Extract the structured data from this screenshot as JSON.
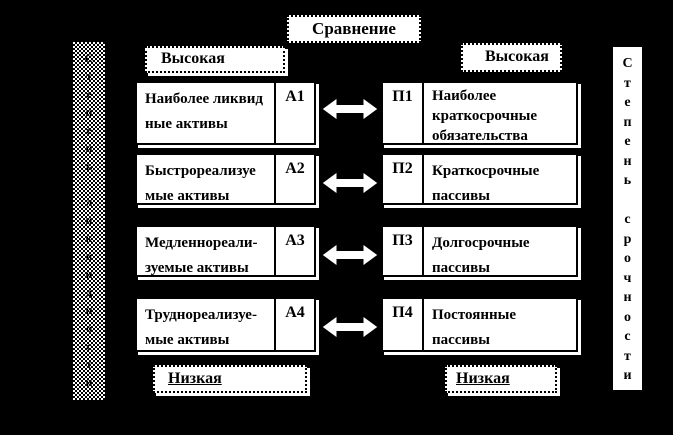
{
  "colors": {
    "background": "#000000",
    "box_fill": "#ffffff",
    "text": "#000000"
  },
  "diagram": {
    "title": "Сравнение",
    "left_axis": "Степень ликвидности",
    "right_axis": "Степень срочности",
    "assets_scale": {
      "top": "Высокая",
      "bottom": "Низкая"
    },
    "liabilities_scale": {
      "top": "Высокая",
      "bottom": "Низкая"
    },
    "rows": [
      {
        "asset_label": "Наиболее ликвид\nные активы",
        "asset_code": "А1",
        "liability_code": "П1",
        "liability_label": "Наиболее\nкраткосрочные\nобязательства"
      },
      {
        "asset_label": "Быстрореализуе\nмые активы",
        "asset_code": "А2",
        "liability_code": "П2",
        "liability_label": "Краткосрочные\nпассивы"
      },
      {
        "asset_label": "Медленнореали-\nзуемые активы",
        "asset_code": "А3",
        "liability_code": "П3",
        "liability_label": "Долгосрочные\nпассивы"
      },
      {
        "asset_label": "Труднореализуе-\nмые активы",
        "asset_code": "А4",
        "liability_code": "П4",
        "liability_label": "Постоянные\nпассивы"
      }
    ]
  }
}
